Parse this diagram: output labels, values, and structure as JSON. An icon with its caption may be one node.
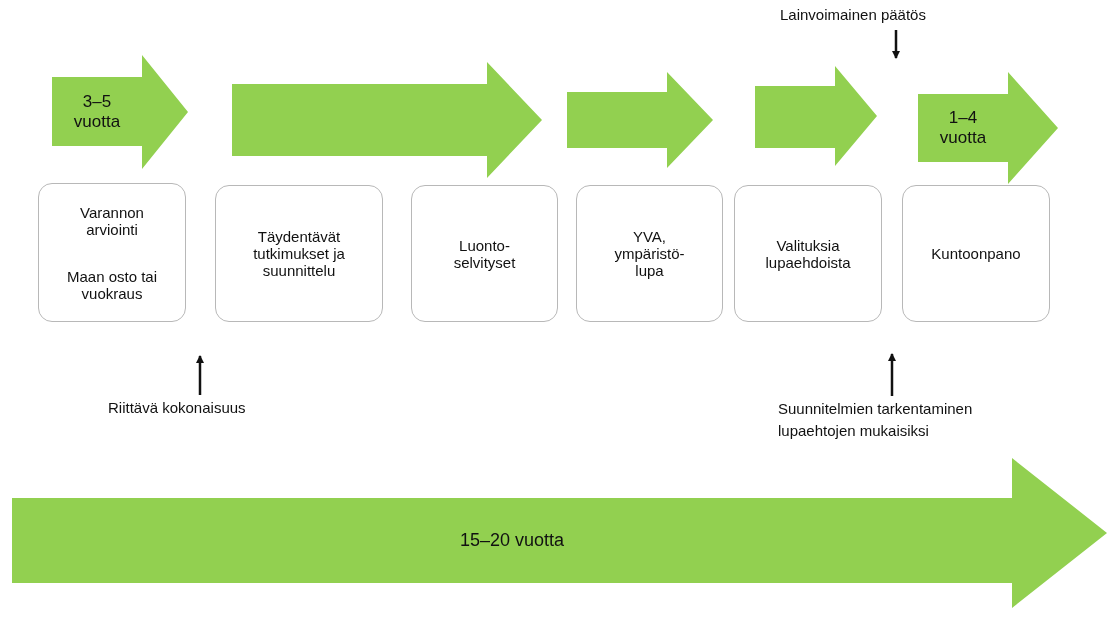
{
  "diagram": {
    "nodes": [
      {
        "text": [
          "Lainvoimainen päätös"
        ]
      },
      {
        "text": [
          "3–5 vuotta"
        ]
      },
      {
        "text": [],
        "shape": "arrow"
      },
      {
        "text": [],
        "shape": "arrow"
      },
      {
        "text": [],
        "shape": "arrow"
      },
      {
        "text": [
          "1–4 vuotta"
        ]
      },
      {
        "text": [
          "Varannon arviointi",
          "Maan osto tai vuokraus"
        ]
      },
      {
        "text": [
          "Täydentävät tutkimukset ja suunnittelu"
        ]
      },
      {
        "text": [
          "Luonto- selvityset"
        ]
      },
      {
        "text": [
          "YVA, ympäristö- lupa"
        ]
      },
      {
        "text": [
          "Valituksia lupaehdoista"
        ]
      },
      {
        "text": [
          "Kuntoonpano"
        ]
      },
      {
        "text": [
          "Riittävä kokonaisuus"
        ]
      },
      {
        "text": [
          "Suunnitelmien tarkentaminen lupaehtojen mukaisiksi"
        ]
      },
      {
        "text": [
          "15–20 vuotta"
        ]
      }
    ],
    "edges": [
      {
        "from": 0,
        "to": null,
        "arrow": "to"
      },
      {
        "from": 12,
        "to": null,
        "arrow": "to"
      },
      {
        "from": 13,
        "to": null,
        "arrow": "to"
      }
    ]
  }
}
